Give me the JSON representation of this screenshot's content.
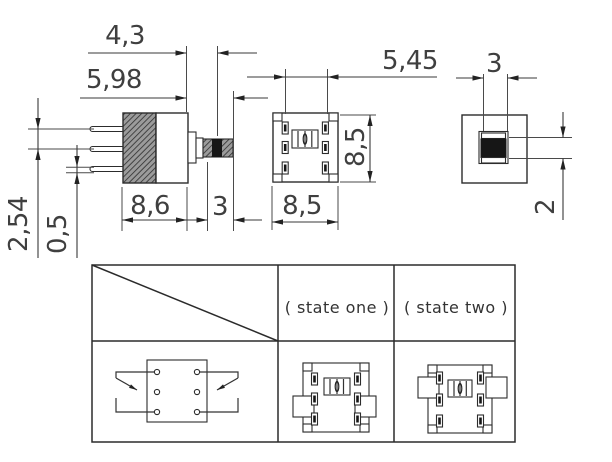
{
  "colors": {
    "background": "#ffffff",
    "line": "#2c2c2c",
    "dimension_line": "#3a3a3a",
    "text": "#3f3f3f",
    "hatch_fill": "#9b9b9b",
    "dark_fill": "#161616"
  },
  "front_view": {
    "dims": {
      "travel": "4,3",
      "shaft_total": "5,98",
      "body_width": "8,6",
      "shaft_length": "3",
      "pin_pitch": "2,54",
      "pin_thickness": "0,5"
    }
  },
  "top_view": {
    "dims": {
      "terminal_span": "5,45",
      "body_height": "8,5",
      "body_width": "8,5"
    }
  },
  "end_view": {
    "dims": {
      "knob_width": "3",
      "knob_height": "2"
    }
  },
  "states_table": {
    "state_one_label": "( state one )",
    "state_two_label": "( state two )"
  }
}
